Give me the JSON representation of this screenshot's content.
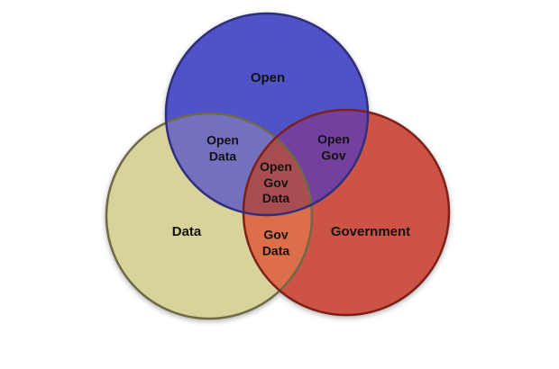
{
  "diagram": {
    "kind": "venn-3",
    "sets": {
      "open": {
        "label": "Open"
      },
      "data": {
        "label": "Data"
      },
      "gov": {
        "label": "Government"
      }
    },
    "intersections": {
      "open_data": {
        "label": "Open\nData"
      },
      "open_gov": {
        "label": "Open\nGov"
      },
      "gov_data": {
        "label": "Gov\nData"
      },
      "open_gov_data": {
        "label": "Open\nGov\nData"
      }
    }
  },
  "colors": {
    "background": "#ffffff",
    "open_fill": "#5053c8",
    "open_stroke": "#2f2f7d",
    "data_fill": "#d8d29b",
    "data_stroke": "#6e6a45",
    "gov_fill": "#ce5347",
    "gov_stroke": "#7d2018",
    "open_data_fill": "#7370bf",
    "open_gov_fill": "#7440a0",
    "gov_data_fill": "#dc6e4a",
    "center_fill": "#a84e50"
  }
}
